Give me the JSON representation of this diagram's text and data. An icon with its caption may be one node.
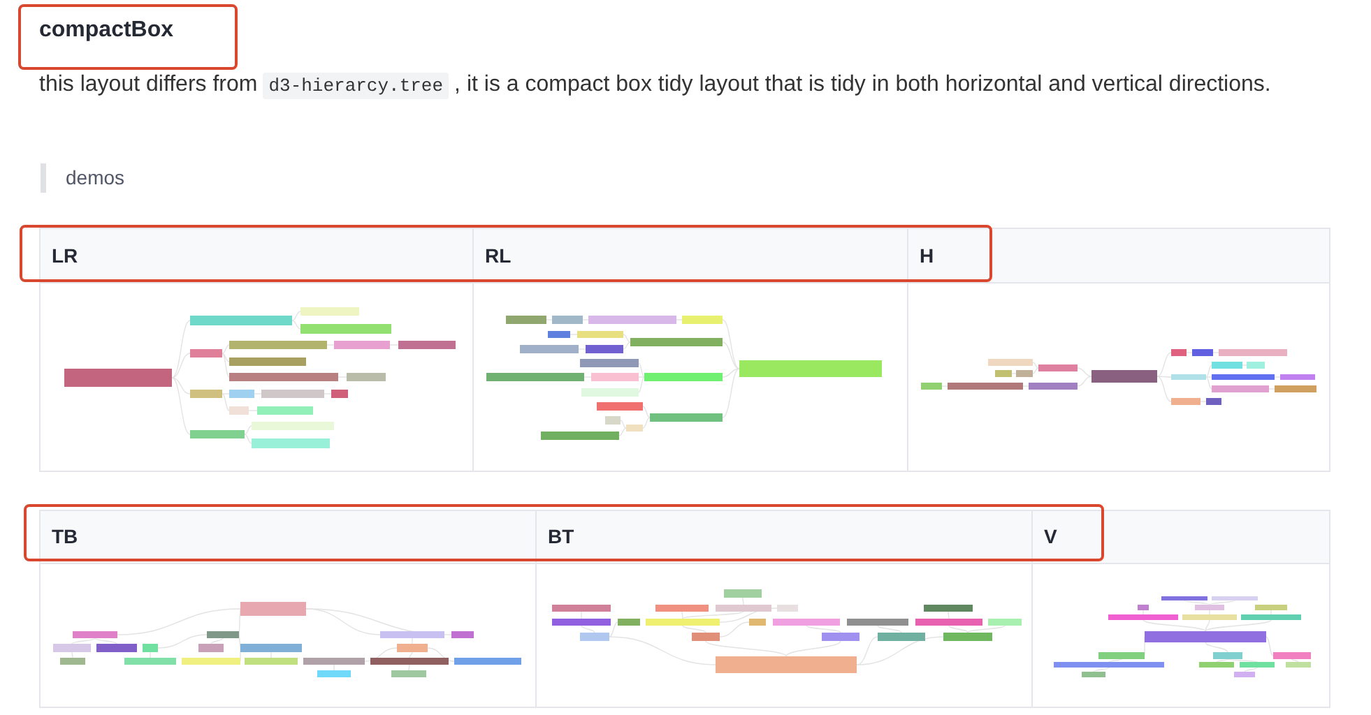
{
  "diagram": {
    "title": "compactBox",
    "labels": [
      "this layout differs from",
      "d3-hierarcy.tree",
      ", it is a compact box tidy layout that is tidy in both horizontal and vertical directions.",
      "demos",
      "LR",
      "RL",
      "H",
      "TB",
      "BT",
      "V"
    ]
  }
}
